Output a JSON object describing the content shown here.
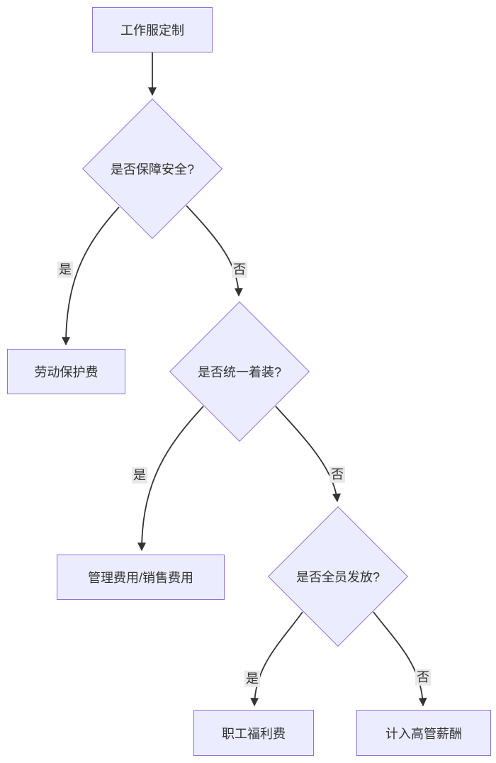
{
  "diagram": {
    "nodes": {
      "root": {
        "label": "工作服定制"
      },
      "decision1": {
        "label": "是否保障安全?"
      },
      "result1": {
        "label": "劳动保护费"
      },
      "decision2": {
        "label": "是否统一着装?"
      },
      "result2": {
        "label": "管理费用/销售费用"
      },
      "decision3": {
        "label": "是否全员发放?"
      },
      "result3": {
        "label": "职工福利费"
      },
      "result4": {
        "label": "计入高管薪酬"
      }
    },
    "edge_labels": {
      "yes1": "是",
      "no1": "否",
      "yes2": "是",
      "no2": "否",
      "yes3": "是",
      "no3": "否"
    },
    "colors": {
      "node_fill": "#ECECFF",
      "node_border": "#9370DB",
      "edge_line": "#333333",
      "label_bg": "#e8e8e8",
      "text": "#333333"
    }
  }
}
